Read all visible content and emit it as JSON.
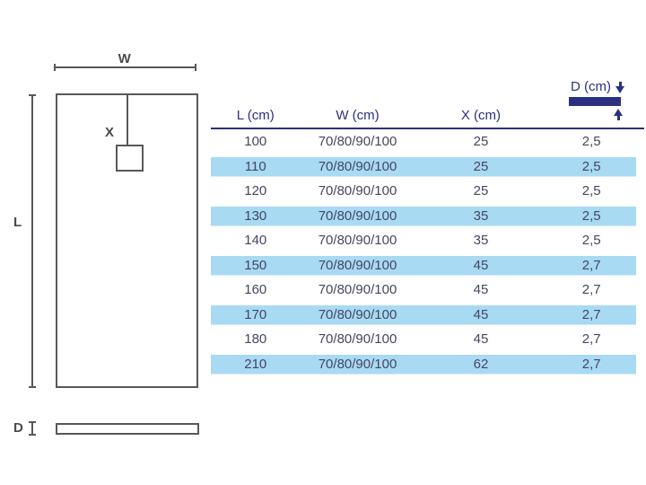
{
  "diagram": {
    "width_label": "W",
    "length_label": "L",
    "drain_label": "X",
    "depth_label": "D"
  },
  "table": {
    "headers": {
      "l": "L (cm)",
      "w": "W (cm)",
      "x": "X (cm)",
      "d": "D (cm)"
    },
    "rows": [
      {
        "l": "100",
        "w": "70/80/90/100",
        "x": "25",
        "d": "2,5"
      },
      {
        "l": "110",
        "w": "70/80/90/100",
        "x": "25",
        "d": "2,5"
      },
      {
        "l": "120",
        "w": "70/80/90/100",
        "x": "25",
        "d": "2,5"
      },
      {
        "l": "130",
        "w": "70/80/90/100",
        "x": "35",
        "d": "2,5"
      },
      {
        "l": "140",
        "w": "70/80/90/100",
        "x": "35",
        "d": "2,5"
      },
      {
        "l": "150",
        "w": "70/80/90/100",
        "x": "45",
        "d": "2,7"
      },
      {
        "l": "160",
        "w": "70/80/90/100",
        "x": "45",
        "d": "2,7"
      },
      {
        "l": "170",
        "w": "70/80/90/100",
        "x": "45",
        "d": "2,7"
      },
      {
        "l": "180",
        "w": "70/80/90/100",
        "x": "45",
        "d": "2,7"
      },
      {
        "l": "210",
        "w": "70/80/90/100",
        "x": "62",
        "d": "2,7"
      }
    ]
  },
  "colors": {
    "navy": "#2b3180",
    "row_highlight": "#a8daf4",
    "body_text": "#454660",
    "diagram_line": "#57585c",
    "diagram_label": "#494a4e"
  }
}
